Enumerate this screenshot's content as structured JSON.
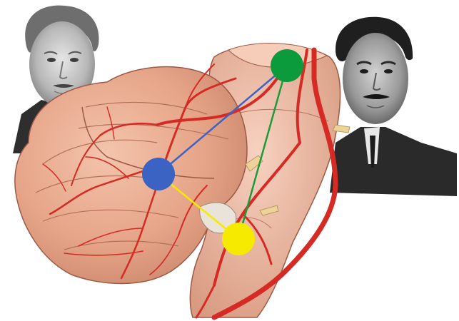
{
  "figure": {
    "portrait_left": "portrait-man-left",
    "portrait_right": "portrait-man-right",
    "anatomy": "cerebellum-brainstem-arteries-illustration",
    "markers": [
      {
        "name": "green-marker",
        "color": "#0b9a3c"
      },
      {
        "name": "blue-marker",
        "color": "#3b63c4"
      },
      {
        "name": "yellow-marker",
        "color": "#f5ea00"
      }
    ],
    "links": [
      {
        "name": "blue-green-link",
        "color": "#3b63c4"
      },
      {
        "name": "green-yellow-link",
        "color": "#1f9a3a"
      },
      {
        "name": "blue-yellow-link",
        "color": "#f5ea00"
      }
    ]
  }
}
